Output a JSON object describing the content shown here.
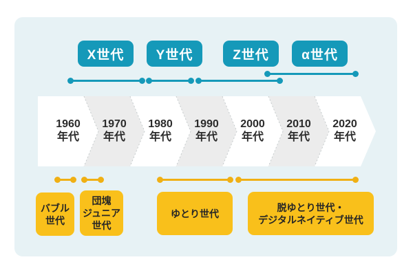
{
  "colors": {
    "teal_accent": "#1599b9",
    "yellow_line": "#f0b014",
    "yellow_box": "#f9c01b",
    "card_background": "#e7f2f5",
    "chevron_white": "#ffffff",
    "chevron_gray": "#ececec",
    "text_dark": "#2b2b2b"
  },
  "western_generations": [
    {
      "label": "X世代"
    },
    {
      "label": "Y世代"
    },
    {
      "label": "Z世代"
    },
    {
      "label": "α世代"
    }
  ],
  "decades": [
    {
      "year": "1960",
      "unit": "年代"
    },
    {
      "year": "1970",
      "unit": "年代"
    },
    {
      "year": "1980",
      "unit": "年代"
    },
    {
      "year": "1990",
      "unit": "年代"
    },
    {
      "year": "2000",
      "unit": "年代"
    },
    {
      "year": "2010",
      "unit": "年代"
    },
    {
      "year": "2020",
      "unit": "年代"
    }
  ],
  "japanese_generations": [
    {
      "lines": [
        "バブル",
        "世代"
      ]
    },
    {
      "lines": [
        "団塊",
        "ジュニア",
        "世代"
      ]
    },
    {
      "lines": [
        "ゆとり世代"
      ]
    },
    {
      "lines": [
        "脱ゆとり世代・",
        "デジタルネイティブ世代"
      ]
    }
  ]
}
